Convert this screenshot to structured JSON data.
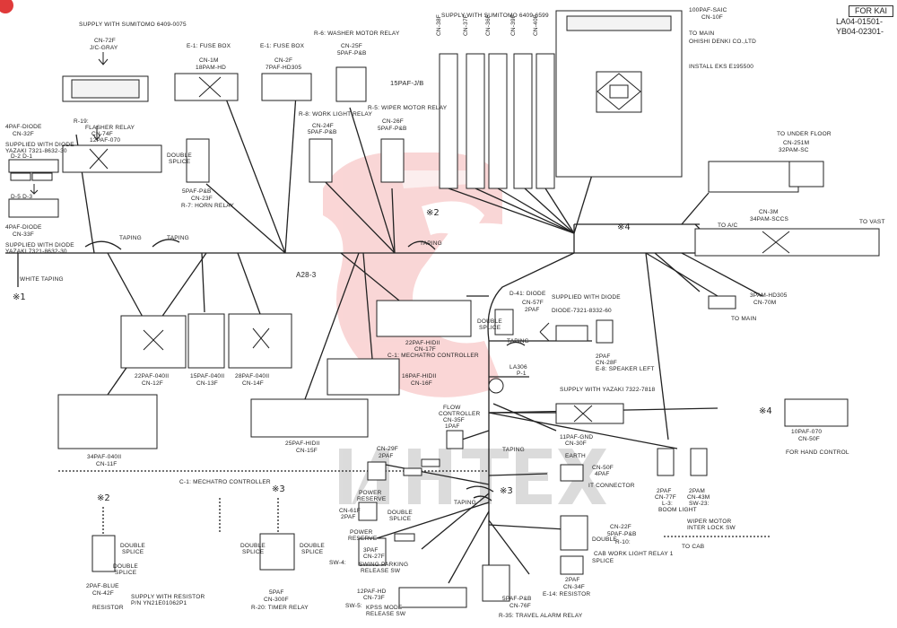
{
  "header": {
    "for_label": "FOR KAI",
    "serial_1": "LA04-01501-",
    "serial_2": "YB04-02301-"
  },
  "watermark": {
    "text": "ИНТЕХ",
    "color": "#f0a0a0"
  },
  "colors": {
    "line": "#222222",
    "watermark": "#f5b5b5",
    "corner_icon": "#e03a3a"
  },
  "markers": {
    "m1": "※1",
    "m2": "※2",
    "m3": "※3",
    "m4": "※4"
  },
  "trunk_label": "A28-3",
  "labels": {
    "cn72f_supply": "SUPPLY WITH SUMITOMO 6409-0075",
    "cn72f_id": "CN-72F",
    "cn72f_name": "J/C-GRAY",
    "cn32f_name": "4PAF-DIODE",
    "cn32f_id": "CN-32F",
    "cn32f_supply1": "SUPPLIED WITH DIODE",
    "cn32f_supply2": "YAZAKI 7321-8632-30",
    "d2d1": "D-2   D-1",
    "d5d3": "D-5   D-3",
    "cn33f_name": "4PAF-DIODE",
    "cn33f_id": "CN-33F",
    "cn33f_supply1": "SUPPLIED WITH DIODE",
    "cn33f_supply2": "YAZAKI 7321-8632-30",
    "white_taping": "WHITE TAPING",
    "r19": "R-19:",
    "flasher": "FLASHER RELAY",
    "cn74f": "CN-74F",
    "cn74f_type": "12PAF-070",
    "taping1": "TAPING",
    "taping2": "TAPING",
    "e1_fuse1": "E-1: FUSE BOX",
    "cn1m": "CN-1M",
    "cn1m_type": "18PAM-HD",
    "e1_fuse2": "E-1: FUSE BOX",
    "cn2f": "CN-2F",
    "cn2f_type": "7PAF-HD305",
    "double_splice1": "DOUBLE",
    "double_splice1b": "SPLICE",
    "cn23f_type": "5PAF-P&B",
    "cn23f": "CN-23F",
    "r7_horn": "R-7: HORN RELAY",
    "r6_washer": "R-6: WASHER MOTOR RELAY",
    "cn25f": "CN-25F",
    "cn25f_type": "5PAF-P&B",
    "r8_work": "R-8: WORK LIGHT RELAY",
    "cn24f": "CN-24F",
    "cn24f_type": "5PAF-P&B",
    "r5_wiper": "R-5: WIPER MOTOR RELAY",
    "cn26f": "CN-26F",
    "cn26f_type": "5PAF-P&B",
    "jb": "15PAF-J/B",
    "supply_sumi": "SUPPLY WITH SUMITOMO 6409-6599",
    "cn38f": "CN-38F",
    "cn37f": "CN-37F",
    "cn36f": "CN-36F",
    "cn39f": "CN-39F",
    "cn40f": "CN-40F",
    "cn10f_type": "100PAF-SAIC",
    "cn10f": "CN-10F",
    "to_main1": "TO MAIN",
    "ohishi": "OHISHI DENKI CO.,LTD",
    "install": "INSTALL EKS E195500",
    "under_floor": "TO UNDER FLOOR",
    "cn251m": "CN-251M",
    "cn251m_type": "32PAM-SC",
    "cn3m": "CN-3M",
    "cn3m_type": "34PAM-SCCS",
    "to_ac": "TO A/C",
    "to_vast": "TO VAST",
    "cn70m_type": "3PAM-HD305",
    "cn70m": "CN-70M",
    "to_main2": "TO MAIN",
    "d41": "D-41: DIODE",
    "cn57f": "CN-57F",
    "cn57f_type": "2PAF",
    "supplied_diode": "SUPPLIED WITH DIODE",
    "diode_no": "DIODE-7321-8332-60",
    "double_splice2": "DOUBLE",
    "double_splice2b": "SPLICE",
    "taping3": "TAPING",
    "spk_type": "2PAF",
    "cn28f": "CN-28F",
    "e8_spk": "E-8: SPEAKER LEFT",
    "la306": "LA306",
    "p1": "P-1",
    "supply_yazaki": "SUPPLY WITH YAZAKI 7322-7818",
    "cn30f_type": "11PAF-GND",
    "cn30f": "CN-30F",
    "earth": "EARTH",
    "cn50f_id": "CN-50F",
    "cn50f_type": "4PAF",
    "it_conn": "IT CONNECTOR",
    "cn50f_b_type": "10PAF-070",
    "cn50f_b": "CN-50F",
    "hand_ctrl": "FOR HAND CONTROL",
    "cn77f_type": "2PAF",
    "cn77f": "CN-77F",
    "l3": "L-3:",
    "boom_light": "BOOM LIGHT",
    "cn43m_type": "2PAM",
    "cn43m": "CN-43M",
    "sw23": "SW-23:",
    "wiper_interlock1": "WIPER MOTOR",
    "wiper_interlock2": "INTER LOCK SW",
    "to_cab": "TO CAB",
    "cn12f_type": "22PAF-040II",
    "cn12f": "CN-12F",
    "cn13f_type": "15PAF-040II",
    "cn13f": "CN-13F",
    "cn14f_type": "28PAF-040II",
    "cn14f": "CN-14F",
    "cn17f_type": "22PAF-HIDII",
    "cn17f": "CN-17F",
    "c1_mech1": "C-1: MECHATRO CONTROLLER",
    "cn16f_type": "16PAF-HIDII",
    "cn16f": "CN-16F",
    "cn15f_type": "25PAF-HIDII",
    "cn15f": "CN-15F",
    "cn11f_type": "34PAF-040II",
    "cn11f": "CN-11F",
    "c1_mech2": "C-1: MECHATRO CONTROLLER",
    "flow_ctrl1": "FLOW",
    "flow_ctrl2": "CONTROLLER",
    "cn35f": "CN-35F",
    "cn35f_type": "1PAF",
    "cn29f": "CN-29F",
    "cn29f_type": "2PAF",
    "power_res1": "POWER",
    "power_res2": "RESERVE",
    "cn61f": "CN-61F",
    "cn61f_type": "2PAF",
    "double_splice3": "DOUBLE",
    "double_splice3b": "SPLICE",
    "power_res3": "POWER",
    "power_res4": "RESERVE",
    "cn27f_type": "3PAF",
    "cn27f": "CN-27F",
    "sw4": "SW-4:",
    "brake1": "SWING PARKING",
    "brake2": "RELEASE SW",
    "cn73f_type": "12PAF-HD",
    "cn73f": "CN-73F",
    "sw5": "SW-5:",
    "brake3": "KPSS MODE",
    "brake4": "RELEASE SW",
    "cn76f_type": "5PAF-P&B",
    "cn76f": "CN-76F",
    "r35": "R-35: TRAVEL ALARM RELAY",
    "cn22f": "CN-22F",
    "cn22f_type": "5PAF-P&B",
    "r10": "R-10:",
    "cab_work": "CAB WORK LIGHT RELAY 1",
    "double_splice4": "DOUBLE",
    "double_splice4b": "SPLICE",
    "cn34f_type": "2PAF",
    "cn34f": "CN-34F",
    "e14": "E-14: RESISTOR",
    "cn42f_type": "2PAF-BLUE",
    "cn42f": "CN-42F",
    "resistor": "RESISTOR",
    "supply_res1": "SUPPLY WITH RESISTOR",
    "supply_res2": "P/N YN21E01062P1",
    "double_splice5": "DOUBLE",
    "double_splice5b": "SPLICE",
    "double_splice6": "DOUBLE",
    "double_splice6b": "SPLICE",
    "double_splice7": "DOUBLE",
    "double_splice7b": "SPLICE",
    "double_splice8": "DOUBLE",
    "double_splice8b": "SPLICE",
    "cn300f_type": "5PAF",
    "cn300f": "CN-300F",
    "r20": "R-20: TIMER RELAY",
    "taping4": "TAPING",
    "taping5": "TAPING",
    "taping6": "TAPING"
  }
}
